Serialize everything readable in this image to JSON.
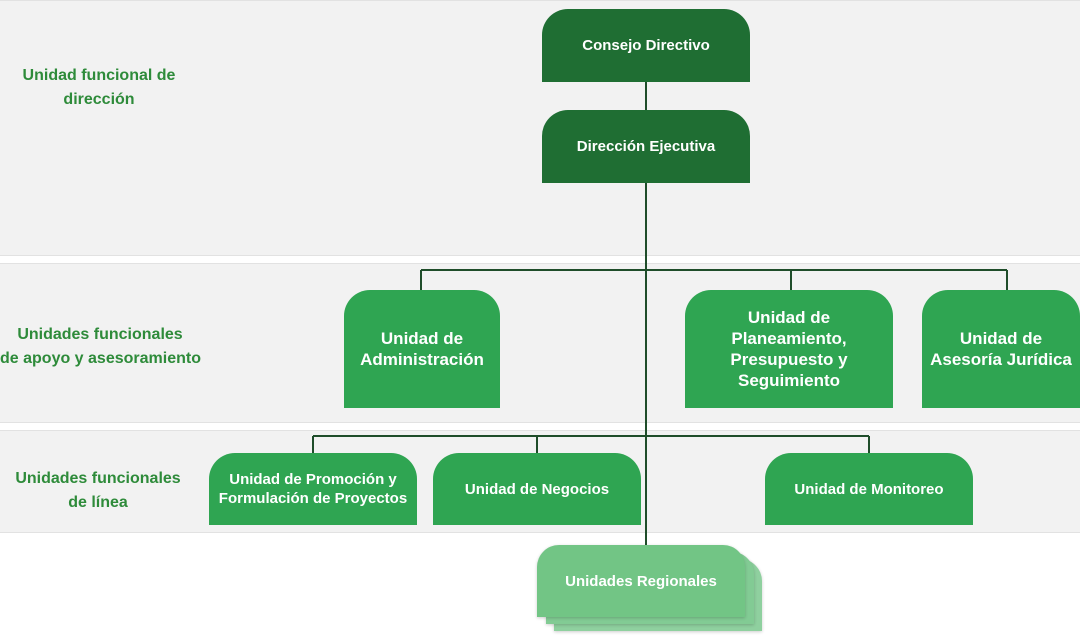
{
  "bands": {
    "direction": {
      "label_line1": "Unidad funcional de",
      "label_line2": "dirección"
    },
    "support": {
      "label_line1": "Unidades funcionales",
      "label_line2": "de apoyo y asesoramiento"
    },
    "line": {
      "label_line1": "Unidades funcionales",
      "label_line2": "de línea"
    }
  },
  "nodes": {
    "consejo": "Consejo Directivo",
    "direccion": "Dirección Ejecutiva",
    "administracion_line1": "Unidad de",
    "administracion_line2": "Administración",
    "planeamiento_line1": "Unidad de",
    "planeamiento_line2": "Planeamiento,",
    "planeamiento_line3": "Presupuesto y",
    "planeamiento_line4": "Seguimiento",
    "juridica_line1": "Unidad de",
    "juridica_line2": "Asesoría Jurídica",
    "promocion_line1": "Unidad de Promoción y",
    "promocion_line2": "Formulación de Proyectos",
    "negocios": "Unidad de Negocios",
    "monitoreo": "Unidad de Monitoreo",
    "regionales": "Unidades Regionales"
  },
  "colors": {
    "dark_green": "#1f6e33",
    "mid_green": "#2fa552",
    "light_green": "#72c585",
    "label_green": "#2e8b3a",
    "connector": "#1f4d2a",
    "band_bg": "#f2f2f2"
  }
}
